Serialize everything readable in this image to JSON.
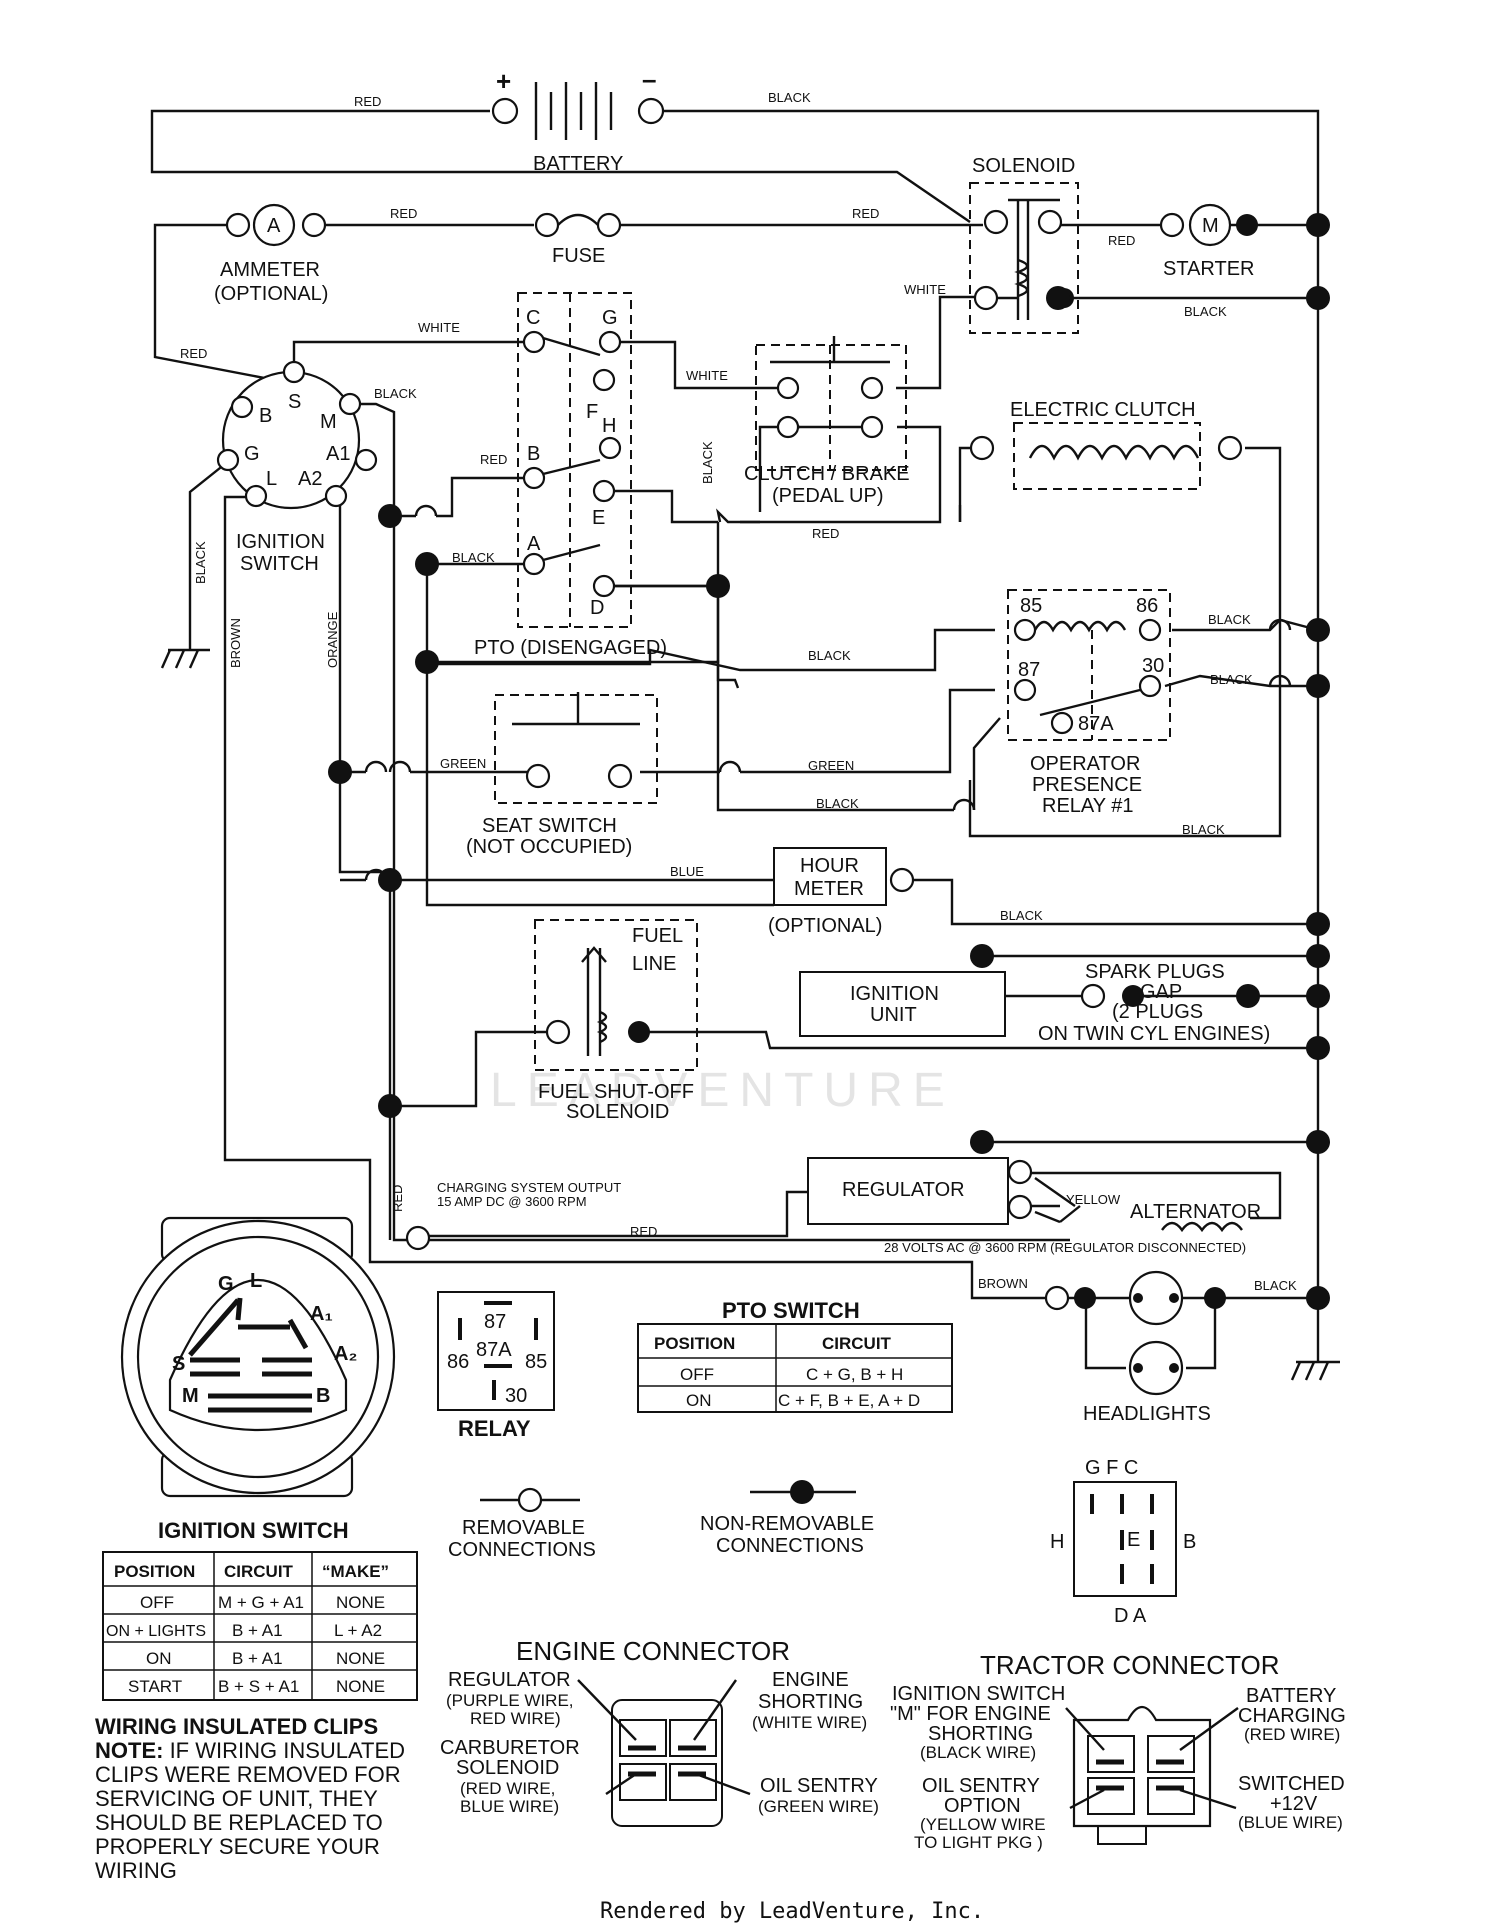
{
  "components": {
    "battery": "BATTERY",
    "battery_plus": "+",
    "battery_minus": "–",
    "solenoid": "SOLENOID",
    "ammeter_a": "A",
    "ammeter": "AMMETER",
    "ammeter_opt": "(OPTIONAL)",
    "fuse": "FUSE",
    "starter": "STARTER",
    "starter_m": "M",
    "electric_clutch": "ELECTRIC CLUTCH",
    "clutch_brake_1": "CLUTCH / BRAKE",
    "clutch_brake_2": "(PEDAL UP)",
    "ignition_switch_1": "IGNITION",
    "ignition_switch_2": "SWITCH",
    "pto": "PTO (DISENGAGED)",
    "seat_switch_1": "SEAT SWITCH",
    "seat_switch_2": "(NOT OCCUPIED)",
    "opr_1": "OPERATOR",
    "opr_2": "PRESENCE",
    "opr_3": "RELAY #1",
    "hour_1": "HOUR",
    "hour_2": "METER",
    "hour_opt": "(OPTIONAL)",
    "fuel_1": "FUEL",
    "fuel_2": "LINE",
    "fso_1": "FUEL SHUT-OFF",
    "fso_2": "SOLENOID",
    "ign_unit_1": "IGNITION",
    "ign_unit_2": "UNIT",
    "spark_1": "SPARK PLUGS",
    "spark_2": "GAP",
    "spark_3": "(2 PLUGS",
    "spark_4": "ON TWIN CYL  ENGINES)",
    "regulator": "REGULATOR",
    "alternator": "ALTERNATOR",
    "charging_1": "CHARGING SYSTEM OUTPUT",
    "charging_2": "15 AMP DC @ 3600 RPM",
    "alt_note": "28 VOLTS AC @ 3600 RPM (REGULATOR DISCONNECTED)",
    "headlights": "HEADLIGHTS"
  },
  "pins": {
    "ign": {
      "b": "B",
      "s": "S",
      "m": "M",
      "g": "G",
      "a1": "A1",
      "l": "L",
      "a2": "A2"
    },
    "pto": {
      "c": "C",
      "g": "G",
      "f": "F",
      "h": "H",
      "b": "B",
      "e": "E",
      "a": "A",
      "d": "D"
    },
    "relay": {
      "p85": "85",
      "p86": "86",
      "p87": "87",
      "p30": "30",
      "p87a": "87A"
    }
  },
  "wires": {
    "red": "RED",
    "black": "BLACK",
    "white": "WHITE",
    "green": "GREEN",
    "blue": "BLUE",
    "brown": "BROWN",
    "orange": "ORANGE",
    "yellow": "YELLOW"
  },
  "ignition_table": {
    "title": "IGNITION SWITCH",
    "headers": [
      "POSITION",
      "CIRCUIT",
      "“MAKE”"
    ],
    "rows": [
      [
        "OFF",
        "M + G + A1",
        "NONE"
      ],
      [
        "ON + LIGHTS",
        "B + A1",
        "L + A2"
      ],
      [
        "ON",
        "B + A1",
        "NONE"
      ],
      [
        "START",
        "B + S + A1",
        "NONE"
      ]
    ]
  },
  "switch_face": {
    "g": "G",
    "l": "L",
    "a1": "A₁",
    "s": "S",
    "a2": "A₂",
    "m": "M",
    "b": "B"
  },
  "pto_table": {
    "title": "PTO SWITCH",
    "headers": [
      "POSITION",
      "CIRCUIT"
    ],
    "rows": [
      [
        "OFF",
        "C + G, B + H"
      ],
      [
        "ON",
        "C + F, B + E, A + D"
      ]
    ]
  },
  "relay_symbol": {
    "title": "RELAY",
    "p87": "87",
    "p87a": "87A",
    "p86": "86",
    "p85": "85",
    "p30": "30"
  },
  "legend": {
    "removable_1": "REMOVABLE",
    "removable_2": "CONNECTIONS",
    "nonremovable_1": "NON-REMOVABLE",
    "nonremovable_2": "CONNECTIONS"
  },
  "pto_connector": {
    "top": "G F C",
    "h": "H",
    "b": "B",
    "e": "E",
    "bottom": "D A"
  },
  "engine_connector": {
    "title": "ENGINE CONNECTOR",
    "regulator": [
      "REGULATOR",
      "(PURPLE WIRE,",
      "RED WIRE)"
    ],
    "engine": [
      "ENGINE",
      "SHORTING",
      "(WHITE WIRE)"
    ],
    "carburetor": [
      "CARBURETOR",
      "SOLENOID",
      "(RED WIRE,",
      "BLUE WIRE)"
    ],
    "oil": [
      "OIL SENTRY",
      "(GREEN WIRE)"
    ]
  },
  "tractor_connector": {
    "title": "TRACTOR CONNECTOR",
    "ign": [
      "IGNITION SWITCH",
      "\"M\" FOR ENGINE",
      "SHORTING",
      "(BLACK WIRE)"
    ],
    "battery": [
      "BATTERY",
      "CHARGING",
      "(RED WIRE)"
    ],
    "oil": [
      "OIL SENTRY",
      "OPTION",
      "(YELLOW WIRE",
      "TO LIGHT PKG )"
    ],
    "switched": [
      "SWITCHED",
      "+12V",
      "(BLUE WIRE)"
    ]
  },
  "clips_note": {
    "title": "WIRING INSULATED CLIPS",
    "bold": "NOTE:",
    "lines": [
      " IF WIRING INSULATED",
      "CLIPS WERE REMOVED FOR",
      "SERVICING OF UNIT, THEY",
      "SHOULD BE REPLACED TO",
      "PROPERLY SECURE YOUR",
      "WIRING"
    ]
  },
  "watermark": "LEADVENTURE",
  "footer": "Rendered by LeadVenture, Inc."
}
